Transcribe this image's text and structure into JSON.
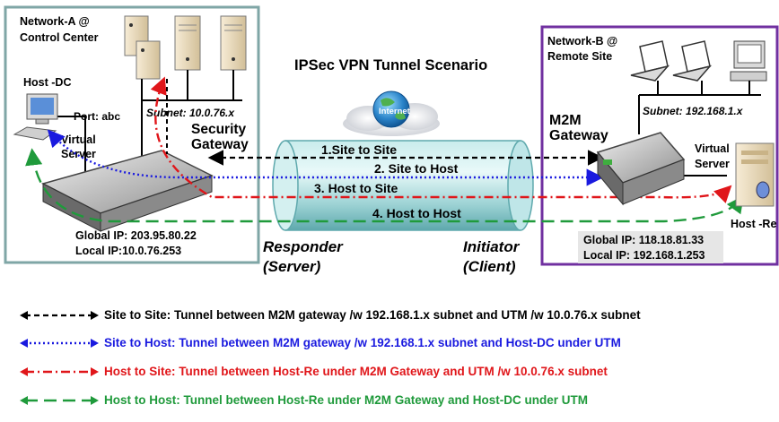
{
  "title": "IPSec VPN Tunnel Scenario",
  "network_a": {
    "label_line1": "Network-A @",
    "label_line2": "Control Center",
    "host_label": "Host -DC",
    "port_label": "Port: abc",
    "virtual_server_line1": "Virtual",
    "virtual_server_line2": "Server",
    "subnet": "Subnet: 10.0.76.x",
    "gateway_line1": "Security",
    "gateway_line2": "Gateway",
    "global_ip": "Global IP: 203.95.80.22",
    "local_ip": "Local IP:10.0.76.253",
    "role_line1": "Responder",
    "role_line2": "(Server)"
  },
  "network_b": {
    "label_line1": "Network-B @",
    "label_line2": "Remote Site",
    "gateway_line1": "M2M",
    "gateway_line2": "Gateway",
    "subnet": "Subnet: 192.168.1.x",
    "virtual_server_line1": "Virtual",
    "virtual_server_line2": "Server",
    "host_label": "Host -Re",
    "global_ip": "Global IP: 118.18.81.33",
    "local_ip": "Local IP: 192.168.1.253",
    "role_line1": "Initiator",
    "role_line2": "(Client)"
  },
  "internet_label": "Internet",
  "tunnels": [
    {
      "label": "1.Site to Site"
    },
    {
      "label": "2. Site to Host"
    },
    {
      "label": "3. Host to Site"
    },
    {
      "label": "4. Host to Host"
    }
  ],
  "legend": [
    {
      "text": "Site to Site: Tunnel between M2M gateway  /w 192.168.1.x subnet and  UTM /w 10.0.76.x subnet",
      "color": "#000000"
    },
    {
      "text": "Site to Host: Tunnel between M2M gateway /w 192.168.1.x subnet and Host-DC under UTM",
      "color": "#1a1adf"
    },
    {
      "text": "Host to Site: Tunnel between Host-Re under M2M Gateway and UTM /w 10.0.76.x  subnet",
      "color": "#e0161a"
    },
    {
      "text": "Host to Host: Tunnel between Host-Re under M2M Gateway and Host-DC under UTM",
      "color": "#1f9a3b"
    }
  ],
  "colors": {
    "box_a": "#7fa6a6",
    "box_b": "#7030a0",
    "site_to_site": "#000000",
    "site_to_host": "#1a1adf",
    "host_to_site": "#e0161a",
    "host_to_host": "#1f9a3b"
  }
}
